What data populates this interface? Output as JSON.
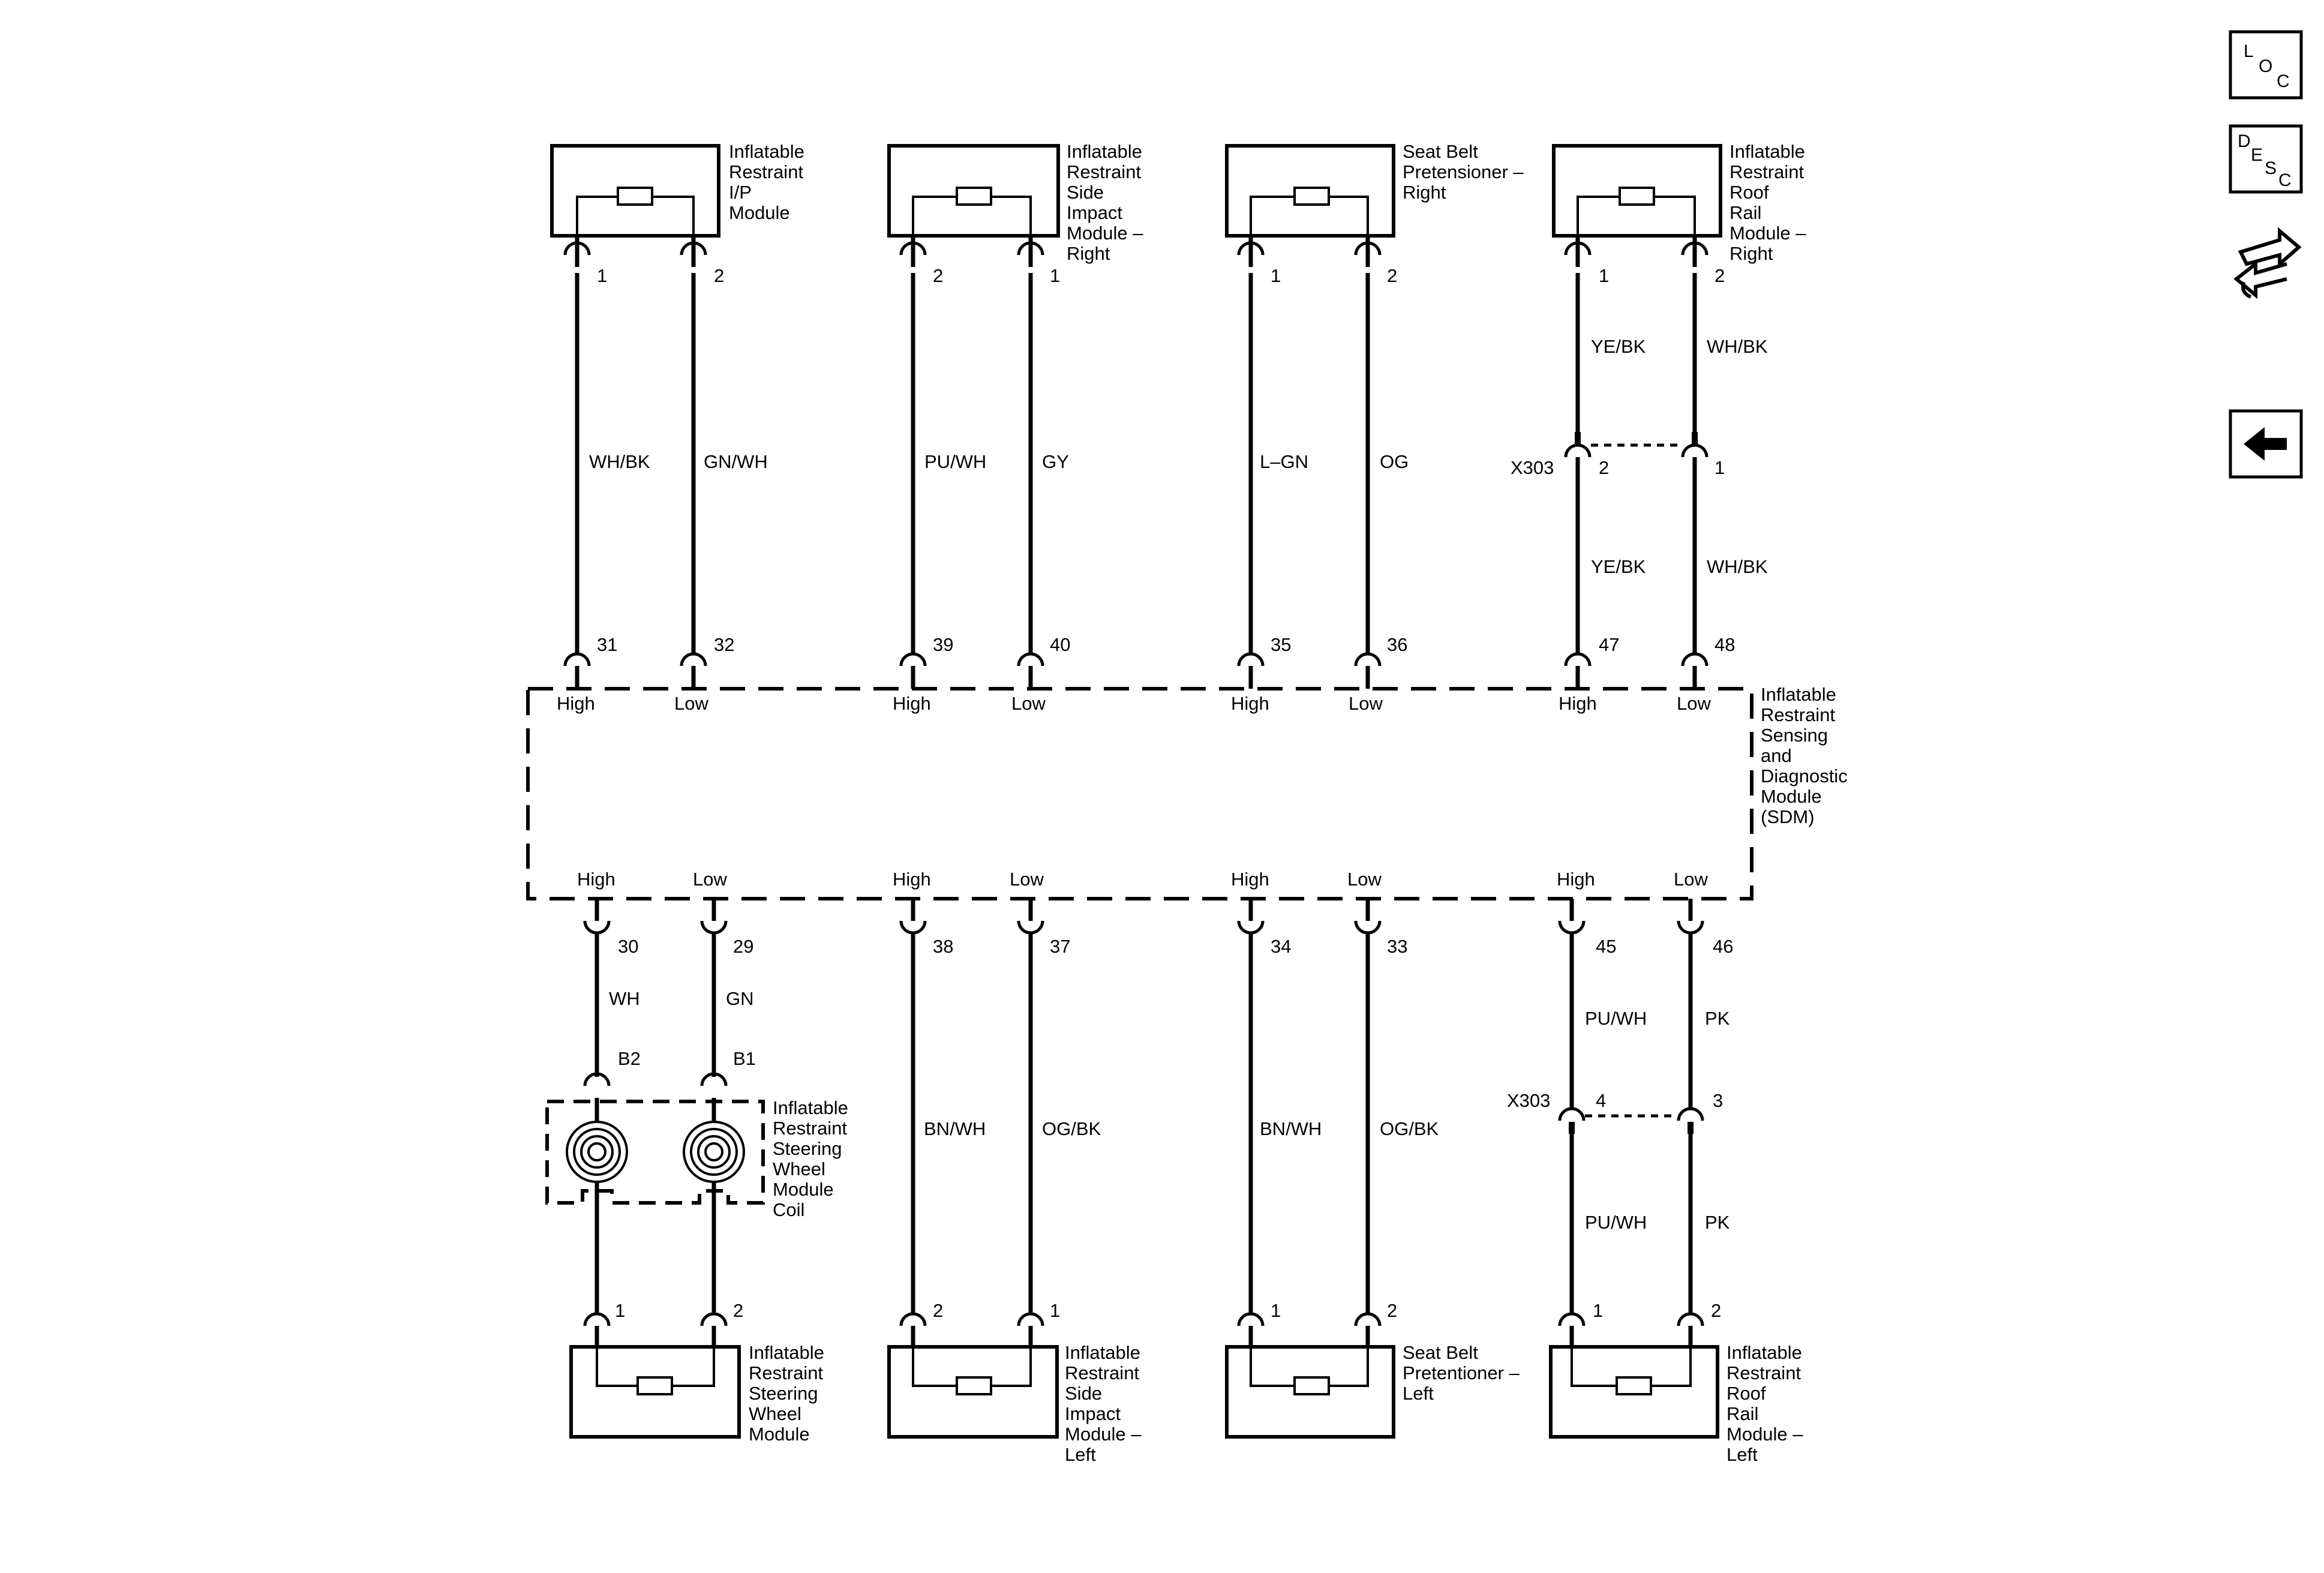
{
  "components": {
    "ip_module": [
      "Inflatable",
      "Restraint",
      "I/P",
      "Module"
    ],
    "side_impact_right": [
      "Inflatable",
      "Restraint",
      "Side",
      "Impact",
      "Module –",
      "Right"
    ],
    "pretensioner_right": [
      "Seat Belt",
      "Pretensioner –",
      "Right"
    ],
    "roof_rail_right": [
      "Inflatable",
      "Restraint",
      "Roof",
      "Rail",
      "Module –",
      "Right"
    ],
    "sdm": [
      "Inflatable",
      "Restraint",
      "Sensing",
      "and",
      "Diagnostic",
      "Module",
      "(SDM)"
    ],
    "coil": [
      "Inflatable",
      "Restraint",
      "Steering",
      "Wheel",
      "Module",
      "Coil"
    ],
    "steering_wheel_module": [
      "Inflatable",
      "Restraint",
      "Steering",
      "Wheel",
      "Module"
    ],
    "side_impact_left": [
      "Inflatable",
      "Restraint",
      "Side",
      "Impact",
      "Module –",
      "Left"
    ],
    "pretensioner_left": [
      "Seat Belt",
      "Pretentioner –",
      "Left"
    ],
    "roof_rail_left": [
      "Inflatable",
      "Restraint",
      "Roof",
      "Rail",
      "Module –",
      "Left"
    ]
  },
  "top_circuits": [
    {
      "top_pin": "1",
      "wire": "WH/BK",
      "sdm_pin": "31",
      "signal": "High"
    },
    {
      "top_pin": "2",
      "wire": "GN/WH",
      "sdm_pin": "32",
      "signal": "Low"
    },
    {
      "top_pin": "2",
      "wire": "PU/WH",
      "sdm_pin": "39",
      "signal": "High"
    },
    {
      "top_pin": "1",
      "wire": "GY",
      "sdm_pin": "40",
      "signal": "Low"
    },
    {
      "top_pin": "1",
      "wire": "L–GN",
      "sdm_pin": "35",
      "signal": "High"
    },
    {
      "top_pin": "2",
      "wire": "OG",
      "sdm_pin": "36",
      "signal": "Low"
    },
    {
      "top_pin": "1",
      "wire": "YE/BK",
      "conn_pin": "2",
      "wire2": "YE/BK",
      "sdm_pin": "47",
      "signal": "High"
    },
    {
      "top_pin": "2",
      "wire": "WH/BK",
      "conn_pin": "1",
      "wire2": "WH/BK",
      "sdm_pin": "48",
      "signal": "Low"
    }
  ],
  "bottom_circuits": [
    {
      "signal": "High",
      "sdm_pin": "30",
      "wire": "WH",
      "coil_pin": "B2",
      "comp_pin": "1"
    },
    {
      "signal": "Low",
      "sdm_pin": "29",
      "wire": "GN",
      "coil_pin": "B1",
      "comp_pin": "2"
    },
    {
      "signal": "High",
      "sdm_pin": "38",
      "wire": "BN/WH",
      "comp_pin": "2"
    },
    {
      "signal": "Low",
      "sdm_pin": "37",
      "wire": "OG/BK",
      "comp_pin": "1"
    },
    {
      "signal": "High",
      "sdm_pin": "34",
      "wire": "BN/WH",
      "comp_pin": "1"
    },
    {
      "signal": "Low",
      "sdm_pin": "33",
      "wire": "OG/BK",
      "comp_pin": "2"
    },
    {
      "signal": "High",
      "sdm_pin": "45",
      "wire": "PU/WH",
      "conn_pin": "4",
      "wire2": "PU/WH",
      "comp_pin": "1"
    },
    {
      "signal": "Low",
      "sdm_pin": "46",
      "wire": "PK",
      "conn_pin": "3",
      "wire2": "PK",
      "comp_pin": "2"
    }
  ],
  "connector_top": "X303",
  "connector_bottom": "X303",
  "nav": {
    "loc": {
      "l": "L",
      "o": "O",
      "c": "C"
    },
    "desc": {
      "d": "D",
      "e": "E",
      "s": "S",
      "c": "C"
    },
    "connector_icon": "connector-end-view-icon",
    "back_icon": "back-arrow-icon"
  }
}
